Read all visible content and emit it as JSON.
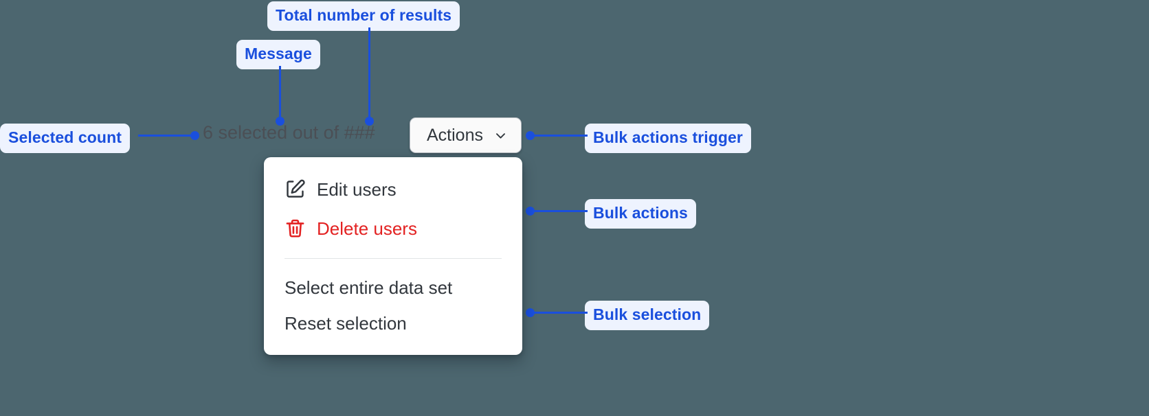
{
  "canvas": {
    "background": "#4c666f",
    "annotation_bg": "#eef3fe",
    "annotation_color": "#1a4fdd",
    "danger_color": "#e32222"
  },
  "annotations": [
    {
      "key": "total_results",
      "label": "Total number of results"
    },
    {
      "key": "message",
      "label": "Message"
    },
    {
      "key": "selected_count",
      "label": "Selected count"
    },
    {
      "key": "bulk_trigger",
      "label": "Bulk actions trigger"
    },
    {
      "key": "bulk_actions",
      "label": "Bulk actions"
    },
    {
      "key": "bulk_selection",
      "label": "Bulk selection"
    }
  ],
  "ui": {
    "selection_message": "6 selected out of ###",
    "selected_count": "6",
    "total_results_placeholder": "###",
    "actions_button": {
      "label": "Actions",
      "chevron_icon": "chevron-down-icon"
    },
    "menu": {
      "bulk_actions": [
        {
          "label": "Edit users",
          "icon": "edit-pencil-icon",
          "danger": false
        },
        {
          "label": "Delete users",
          "icon": "trash-icon",
          "danger": true
        }
      ],
      "bulk_selection": [
        {
          "label": "Select entire data set"
        },
        {
          "label": "Reset selection"
        }
      ]
    }
  }
}
